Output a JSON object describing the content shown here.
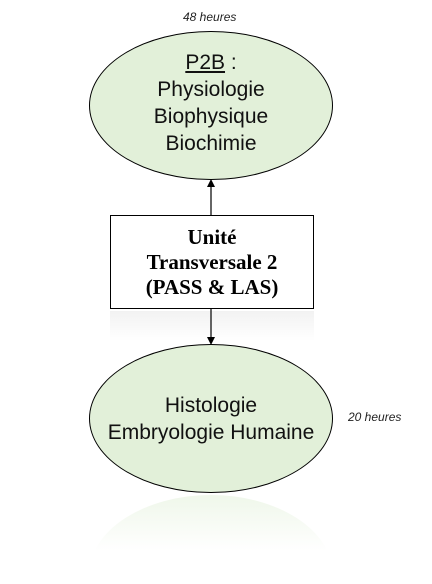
{
  "top_node": {
    "hours": "48 heures",
    "title": "P2B",
    "title_suffix": " :",
    "lines": [
      "Physiologie",
      "Biophysique",
      "Biochimie"
    ]
  },
  "center_node": {
    "lines": [
      "Unité",
      "Transversale 2",
      "(PASS & LAS)"
    ]
  },
  "bottom_node": {
    "hours": "20 heures",
    "lines": [
      "Histologie",
      "Embryologie Humaine"
    ]
  },
  "colors": {
    "ellipse_fill": "#e2f0d9",
    "border": "#000000",
    "box_fill": "#ffffff"
  }
}
